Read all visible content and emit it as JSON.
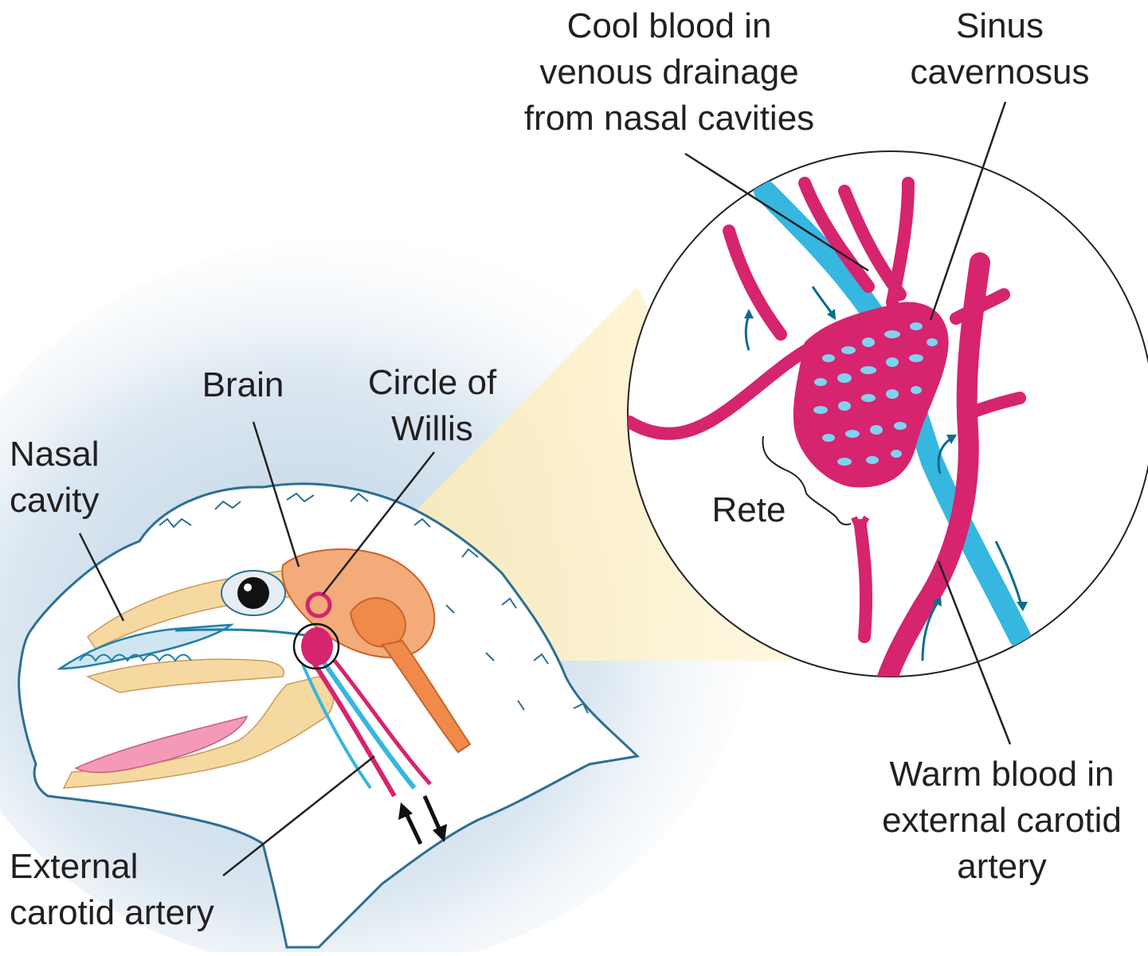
{
  "labels": {
    "nasal_cavity": [
      "Nasal",
      "cavity"
    ],
    "brain": [
      "Brain"
    ],
    "circle_of_willis": [
      "Circle of",
      "Willis"
    ],
    "cool_blood": [
      "Cool blood in",
      "venous drainage",
      "from nasal cavities"
    ],
    "sinus_cavernosus": [
      "Sinus",
      "cavernosus"
    ],
    "rete": [
      "Rete"
    ],
    "warm_blood": [
      "Warm blood in",
      "external carotid",
      "artery"
    ],
    "external_carotid": [
      "External",
      "carotid artery"
    ]
  },
  "colors": {
    "artery": "#d6246e",
    "vein": "#35b7e0",
    "head_outline": "#2c6f93",
    "bone": "#f6d9a0",
    "brain": "#f08a4b",
    "magnify_cone": "#fdf1c4"
  }
}
